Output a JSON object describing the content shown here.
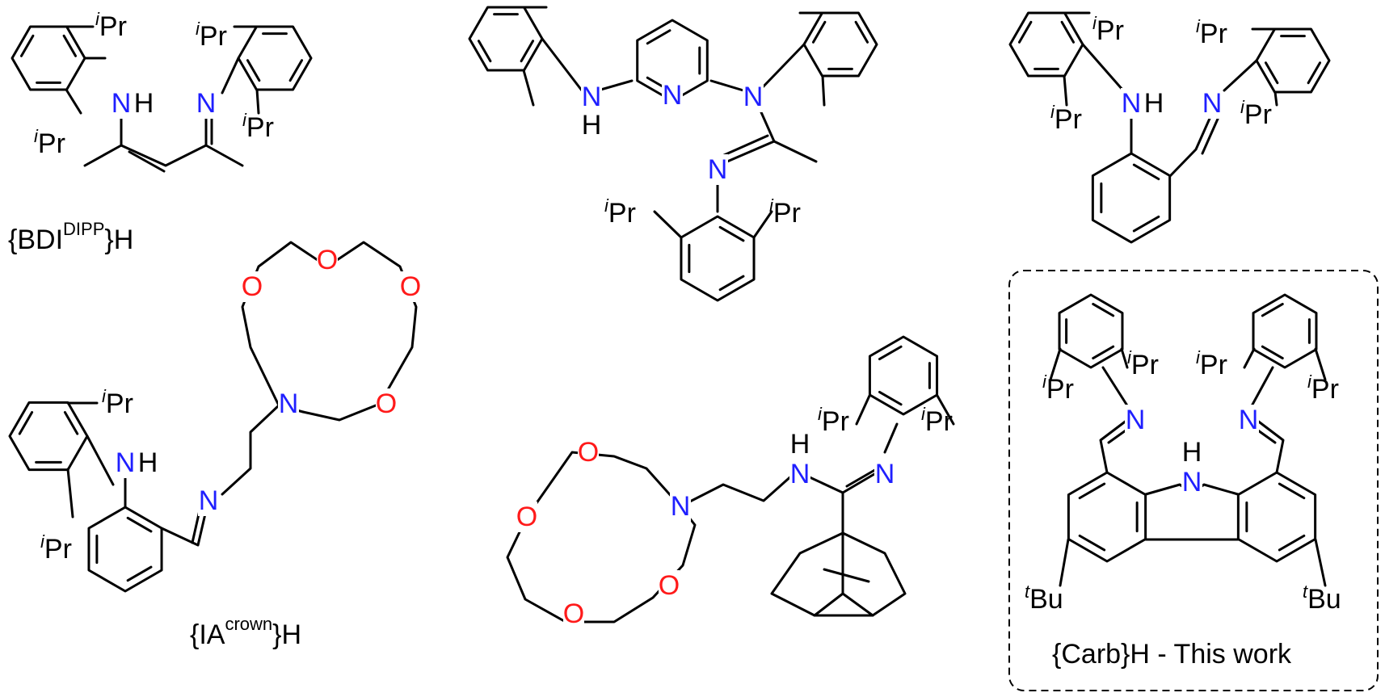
{
  "colors": {
    "nitrogen": "#1f1fff",
    "oxygen": "#ff1a1a",
    "carbon": "#000000"
  },
  "atoms": {
    "N": "N",
    "O": "O",
    "H": "H"
  },
  "substituents": {
    "iPr": {
      "sup": "i",
      "main": "Pr"
    },
    "tBu": {
      "sup": "t",
      "main": "Bu"
    }
  },
  "labels": {
    "bdi": {
      "pre": "{BDI",
      "sup": "DIPP",
      "post": "}H"
    },
    "iacrown": {
      "pre": "{IA",
      "sup": "crown",
      "post": "}H"
    },
    "carb": {
      "text": "{Carb}H - This work"
    }
  }
}
